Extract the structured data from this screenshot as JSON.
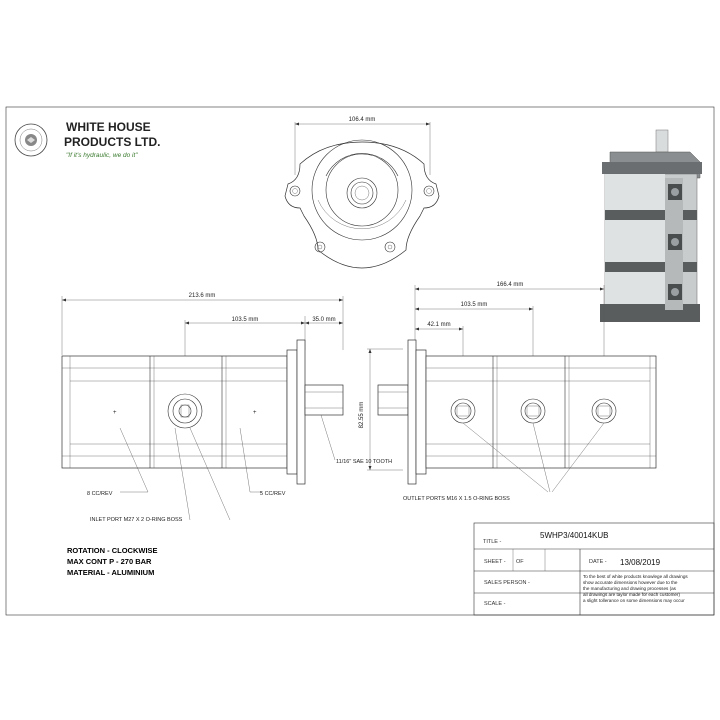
{
  "company": {
    "name_line1": "WHITE HOUSE",
    "name_line2": "PRODUCTS LTD.",
    "tagline": "\"If it's hydraulic, we do it\""
  },
  "dimensions": {
    "top_width": "106.4 mm",
    "left_total": "213.6 mm",
    "left_mid": "103.5 mm",
    "left_flange": "35.0 mm",
    "right_total": "166.4 mm",
    "right_mid": "103.5 mm",
    "right_first": "42.1 mm",
    "right_height": "82.55 mm"
  },
  "notes": {
    "shaft": "11/16\" SAE 10 TOOTH",
    "cc_left": "8 CC/REV",
    "cc_right": "5 CC/REV",
    "inlet": "INLET PORT M27 X 2 O-RING BOSS",
    "outlet": "OUTLET PORTS M16 X 1.5 O-RING BOSS"
  },
  "specs": [
    "ROTATION - CLOCKWISE",
    "MAX CONT P - 270 BAR",
    "MATERIAL - ALUMINIUM"
  ],
  "title_block": {
    "part_number": "5WHP3/40014KUB",
    "title_label": "TITLE -",
    "sheet_label": "SHEET -",
    "of_label": "OF",
    "date_label": "DATE -",
    "date_value": "13/08/2019",
    "sales_label": "SALES PERSON -",
    "scale_label": "SCALE -",
    "disclaimer": [
      "To the best of white products knowlege all drawings",
      "show accurate dimensions however due to the",
      "the manufacturing and drawing processes (as",
      "all drawings are taylor made for each customer)",
      "a slight tollerance on some dimensions may occur"
    ]
  },
  "colors": {
    "line": "#333333",
    "logo_green": "#3a7a2e",
    "pump_silver": "#c9cccd",
    "pump_dark": "#5a5d5e"
  }
}
